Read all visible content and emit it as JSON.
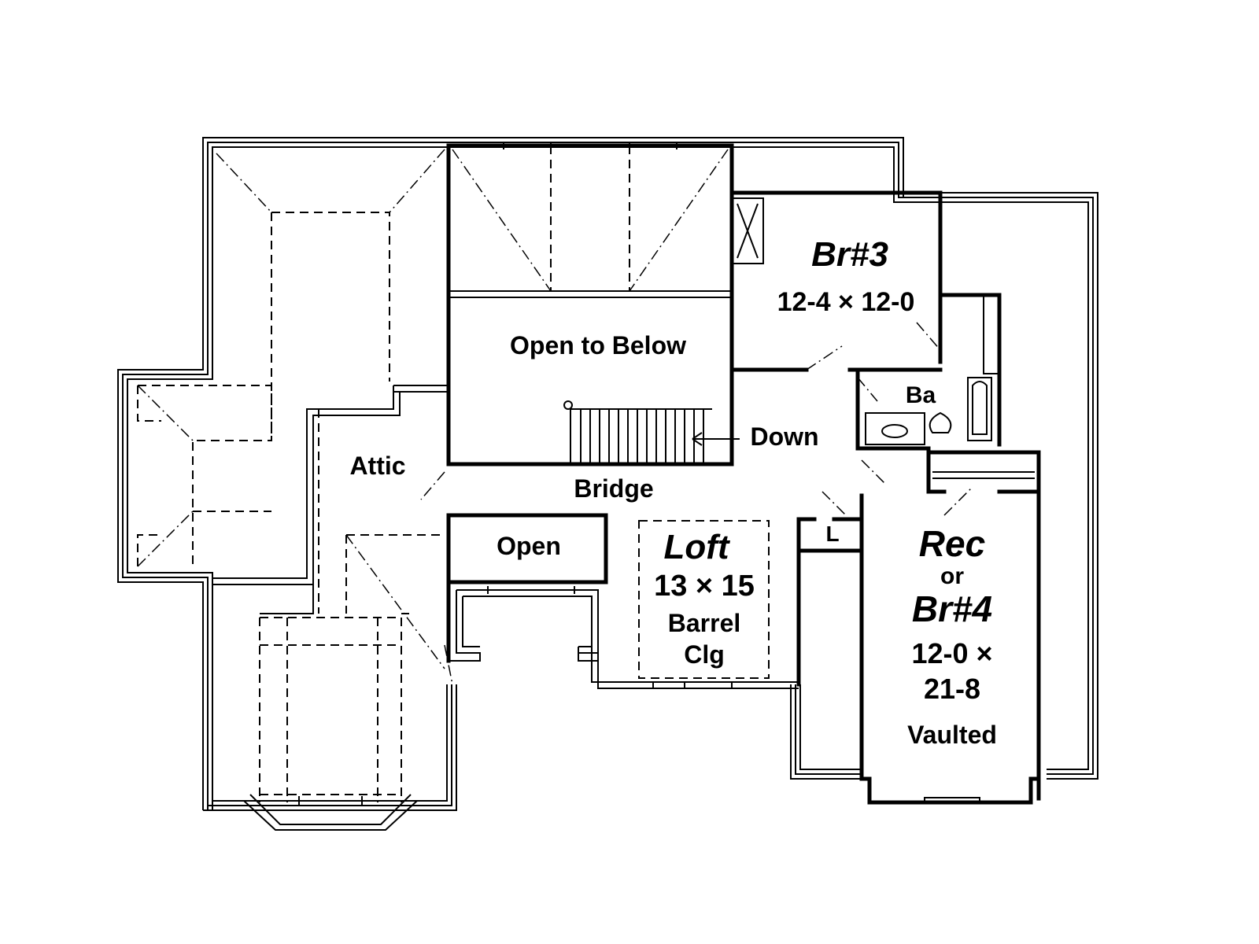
{
  "rooms": {
    "br3": {
      "name": "Br#3",
      "size": "12-4 × 12-0"
    },
    "open_to_below": "Open to Below",
    "ba": "Ba",
    "down": "Down",
    "attic": "Attic",
    "bridge": "Bridge",
    "open": "Open",
    "loft": {
      "name": "Loft",
      "size": "13 × 15",
      "line1": "Barrel",
      "line2": "Clg"
    },
    "rec": {
      "name": "Rec",
      "or": "or",
      "alt": "Br#4",
      "size1": "12-0 ×",
      "size2": "21-8",
      "note": "Vaulted"
    },
    "linen": "L"
  }
}
